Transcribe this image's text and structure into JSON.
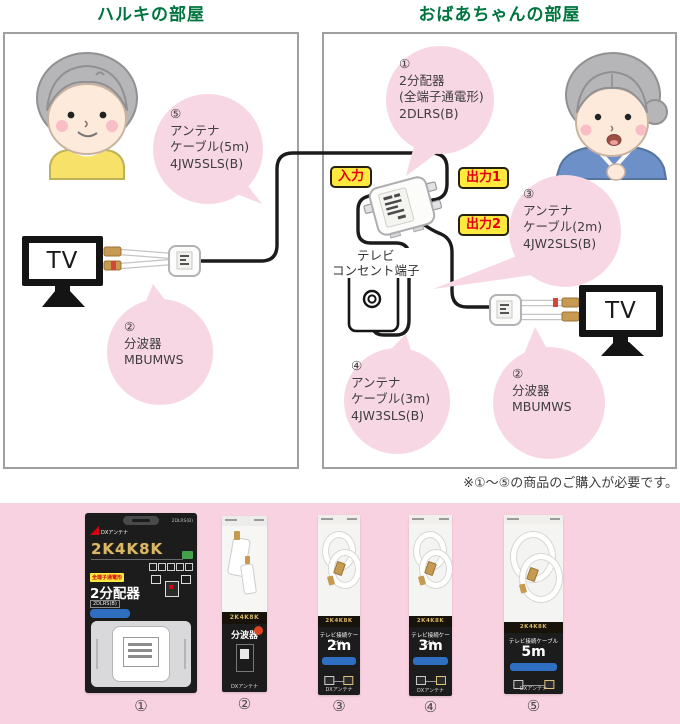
{
  "header": {
    "left_room_title": "ハルキの部屋",
    "right_room_title": "おばあちゃんの部屋"
  },
  "note": "※①〜⑤の商品のご購入が必要です。",
  "diagram": {
    "tv_label": "TV",
    "port_labels": {
      "input": "入力",
      "output1": "出力1",
      "output2": "出力2"
    },
    "wall_outlet": {
      "label_line1": "テレビ",
      "label_line2": "コンセント端子"
    },
    "bubbles": {
      "b5_cable5m": {
        "num": "⑤",
        "line1": "アンテナ",
        "line2": "ケーブル(5m)",
        "line3": "4JW5SLS(B)"
      },
      "b2_splitter_left": {
        "num": "②",
        "line1": "分波器",
        "line2": "MBUMWS",
        "line3": ""
      },
      "b1_distributor": {
        "num": "①",
        "line1": "2分配器",
        "line2": "(全端子通電形)",
        "line3": "2DLRS(B)"
      },
      "b3_cable2m": {
        "num": "③",
        "line1": "アンテナ",
        "line2": "ケーブル(2m)",
        "line3": "4JW2SLS(B)"
      },
      "b4_cable3m": {
        "num": "④",
        "line1": "アンテナ",
        "line2": "ケーブル(3m)",
        "line3": "4JW3SLS(B)"
      },
      "b2_splitter_right": {
        "num": "②",
        "line1": "分波器",
        "line2": "MBUMWS",
        "line3": ""
      }
    }
  },
  "products": {
    "p1": {
      "num": "①",
      "brand": "DXアンテナ",
      "grade": "2K4K8K",
      "tag": "全端子通電形",
      "name": "2分配器",
      "model": "2DLRS(B)"
    },
    "p2": {
      "num": "②",
      "brand": "DXアンテナ",
      "grade": "2K4K8K",
      "name": "分波器"
    },
    "p3": {
      "num": "③",
      "brand": "DXアンテナ",
      "grade": "2K4K8K",
      "name": "テレビ接続ケーブル",
      "size": "2m"
    },
    "p4": {
      "num": "④",
      "brand": "DXアンテナ",
      "grade": "2K4K8K",
      "name": "テレビ接続ケーブル",
      "size": "3m"
    },
    "p5": {
      "num": "⑤",
      "brand": "DXアンテナ",
      "grade": "2K4K8K",
      "name": "テレビ接続ケーブル",
      "size": "5m"
    }
  },
  "colors": {
    "title_green": "#00753f",
    "bubble_pink": "#f8d7e4",
    "band_pink": "#f9d2e2",
    "label_yellow": "#ffe93e",
    "label_red": "#e50012",
    "cable_black": "#1b1b1b",
    "package_gold": "#d9b766"
  }
}
